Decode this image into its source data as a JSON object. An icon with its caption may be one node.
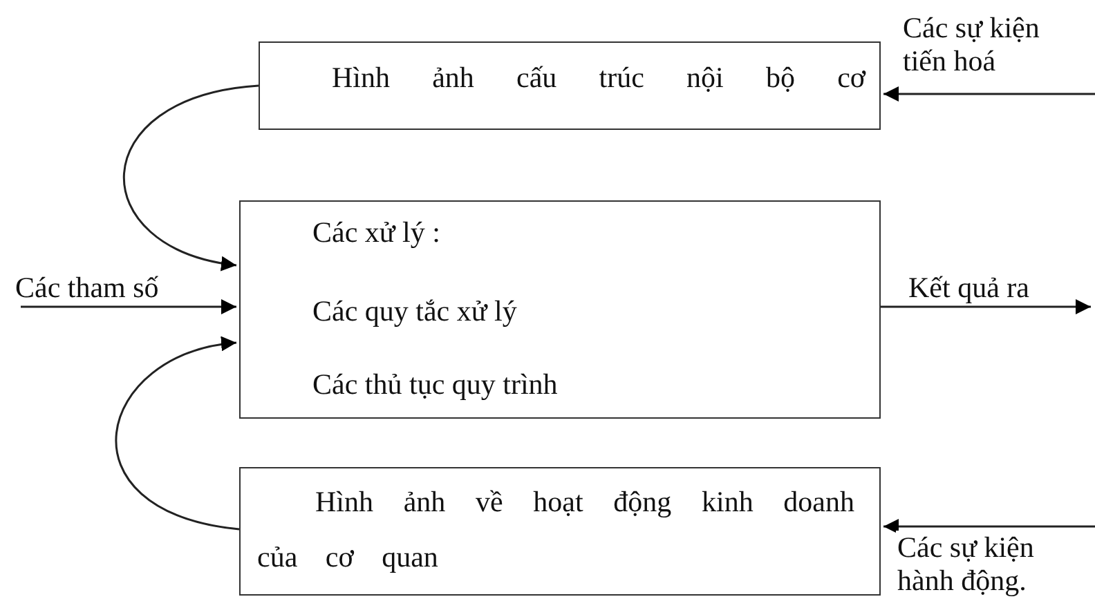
{
  "diagram": {
    "nodes": [
      {
        "text": [
          "Hình ảnh cấu trúc nội bộ cơ"
        ]
      },
      {
        "text": [
          "Các xử lý :",
          "Các quy tắc xử lý",
          "Các thủ tục quy trình"
        ]
      },
      {
        "text": [
          "Hình ảnh về hoạt động kinh doanh của cơ quan"
        ]
      }
    ],
    "edges": [
      {
        "from": null,
        "to": 0,
        "arrow": "to",
        "label": "Các sự kiện tiến hoá"
      },
      {
        "from": 0,
        "to": 1,
        "arrow": "to"
      },
      {
        "from": null,
        "to": 1,
        "arrow": "to",
        "label": "Các tham số"
      },
      {
        "from": 2,
        "to": 1,
        "arrow": "to"
      },
      {
        "from": 1,
        "to": null,
        "arrow": "to",
        "label": "Kết quả ra"
      },
      {
        "from": null,
        "to": 2,
        "arrow": "to",
        "label": "Các sự kiện hành động."
      }
    ]
  }
}
